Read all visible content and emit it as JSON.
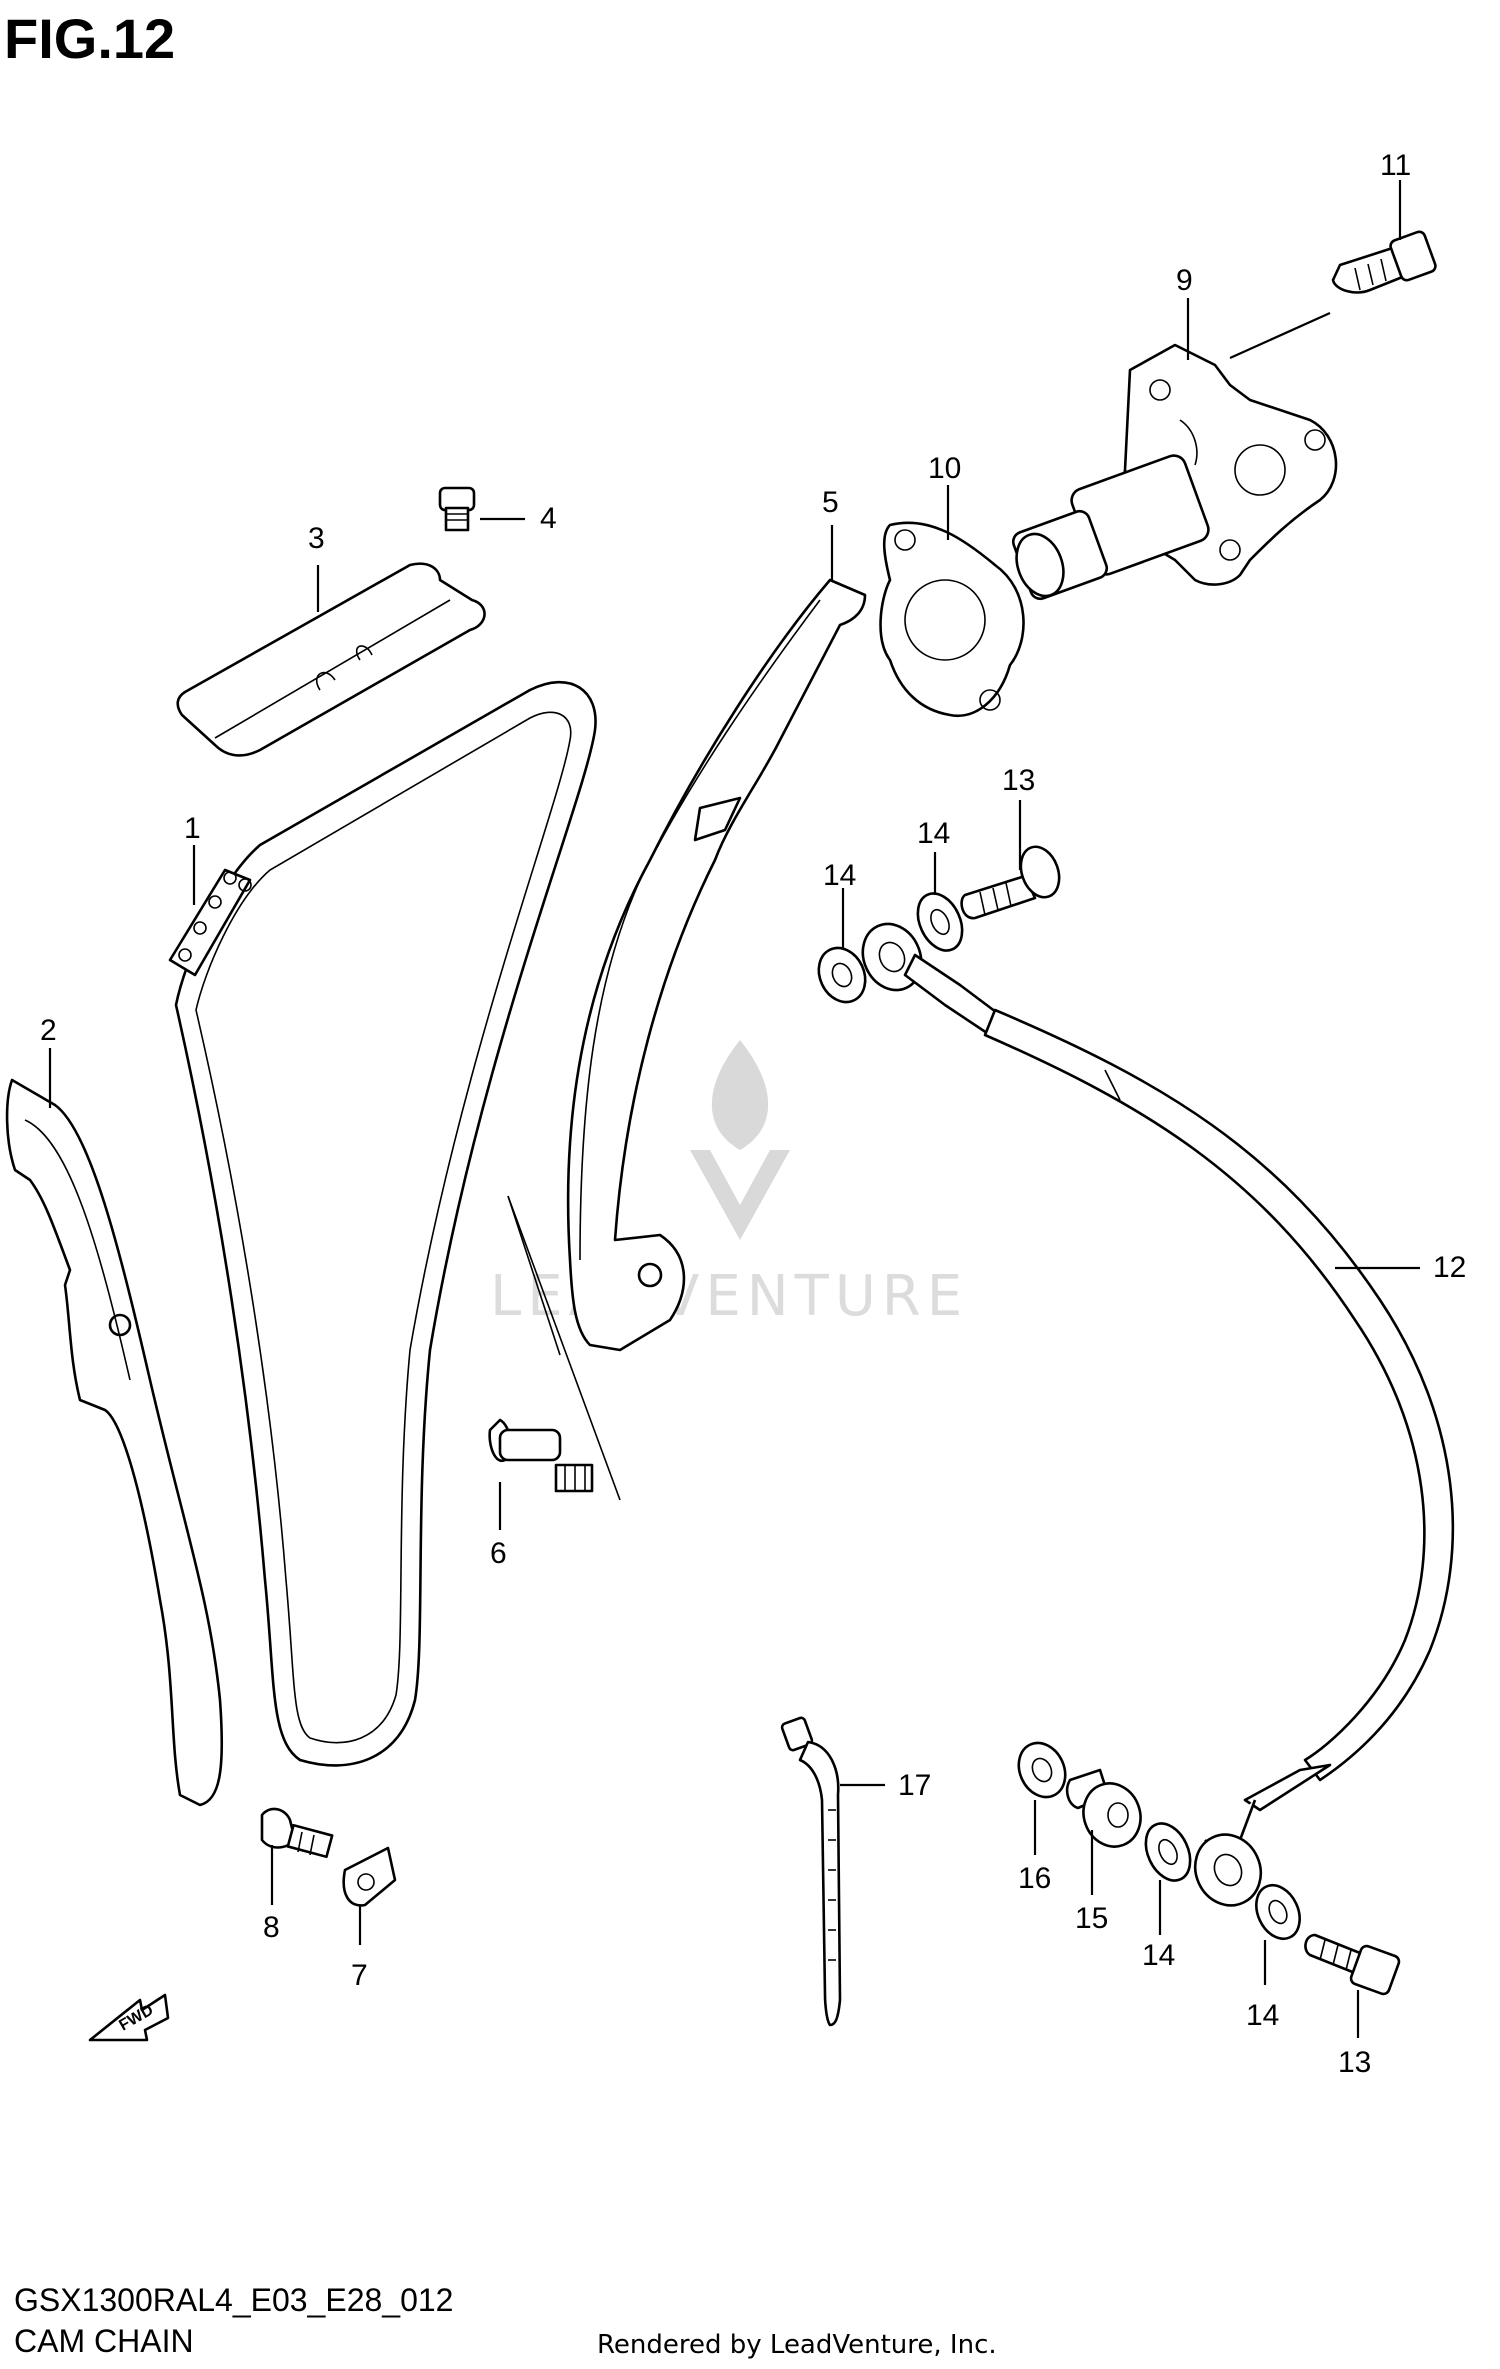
{
  "figure": {
    "title": "FIG.12"
  },
  "footer": {
    "code": "GSX1300RAL4_E03_E28_012",
    "name": "CAM CHAIN",
    "rendered_by": "Rendered by LeadVenture, Inc."
  },
  "watermark": {
    "text": "LEADVENTURE"
  },
  "fwd_arrow": {
    "label": "FWD"
  },
  "callouts": {
    "c1": "1",
    "c2": "2",
    "c3": "3",
    "c4": "4",
    "c5": "5",
    "c6": "6",
    "c7": "7",
    "c8": "8",
    "c9": "9",
    "c10": "10",
    "c11": "11",
    "c12": "12",
    "c13a": "13",
    "c13b": "13",
    "c14a": "14",
    "c14b": "14",
    "c14c": "14",
    "c14d": "14",
    "c15": "15",
    "c16": "16",
    "c17": "17"
  }
}
